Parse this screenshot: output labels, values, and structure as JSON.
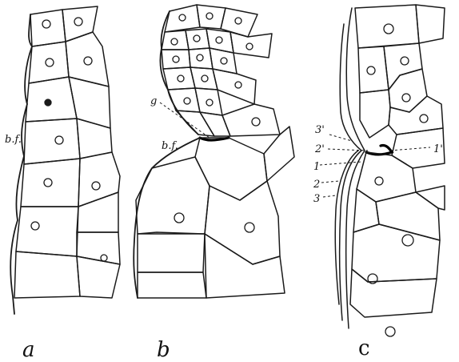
{
  "figure": {
    "panels": [
      {
        "letter": "a",
        "labels": [
          "b.f."
        ]
      },
      {
        "letter": "b",
        "labels": [
          "g",
          "b.f."
        ]
      },
      {
        "letter": "c",
        "labels": [
          "3'",
          "2'",
          "1'",
          "1",
          "2",
          "3"
        ]
      }
    ]
  }
}
